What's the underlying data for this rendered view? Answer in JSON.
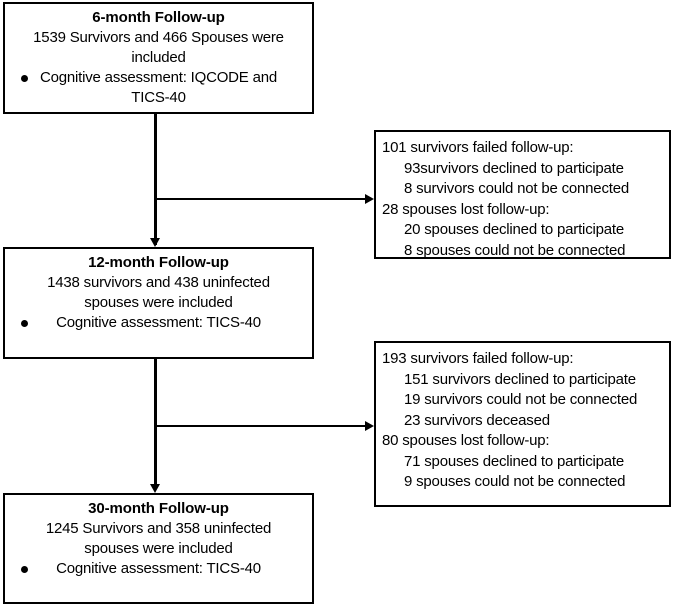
{
  "diagram": {
    "type": "participant-flow-diagram",
    "stages": [
      {
        "id": "stage-6-month",
        "title": "6-month Follow-up",
        "lines": [
          "1539 Survivors and 466 Spouses were",
          "included"
        ],
        "bullets": [
          "Cognitive assessment: IQCODE and",
          "TICS-40"
        ]
      },
      {
        "id": "stage-12-month",
        "title": "12-month Follow-up",
        "lines": [
          "1438 survivors and 438 uninfected",
          "spouses were included"
        ],
        "bullets": [
          "Cognitive assessment: TICS-40"
        ]
      },
      {
        "id": "stage-30-month",
        "title": "30-month Follow-up",
        "lines": [
          "1245 Survivors and 358 uninfected",
          "spouses were included"
        ],
        "bullets": [
          "Cognitive assessment: TICS-40"
        ]
      }
    ],
    "attrition": [
      {
        "id": "attrition-6-to-12",
        "lines": [
          {
            "text": "101 survivors failed follow-up:",
            "indent": false
          },
          {
            "text": "93survivors declined to participate",
            "indent": true
          },
          {
            "text": "8 survivors could not be connected",
            "indent": true
          },
          {
            "text": "28 spouses lost follow-up:",
            "indent": false
          },
          {
            "text": "20 spouses declined to participate",
            "indent": true
          },
          {
            "text": "8 spouses could not be connected",
            "indent": true
          }
        ]
      },
      {
        "id": "attrition-12-to-30",
        "lines": [
          {
            "text": "193 survivors failed follow-up:",
            "indent": false
          },
          {
            "text": "151 survivors declined to participate",
            "indent": true
          },
          {
            "text": "19 survivors could not be connected",
            "indent": true
          },
          {
            "text": "23 survivors deceased",
            "indent": true
          },
          {
            "text": "80 spouses lost follow-up:",
            "indent": false
          },
          {
            "text": "71 spouses declined to participate",
            "indent": true
          },
          {
            "text": "9 spouses could not be connected",
            "indent": true
          }
        ]
      }
    ],
    "colors": {
      "stroke": "#000000",
      "background": "#ffffff",
      "text": "#000000"
    }
  }
}
